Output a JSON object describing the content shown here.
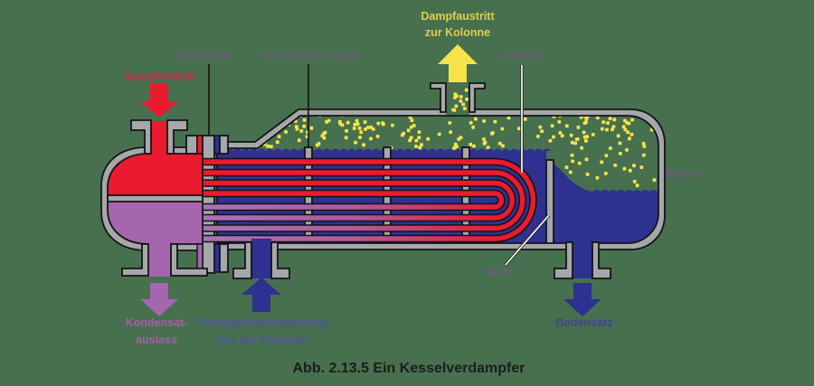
{
  "caption": "Abb. 2.13.5 Ein Kesselverdampfer",
  "labels": {
    "dampfaustritt_line1": "Dampfaustritt",
    "dampfaustritt_line2": "zur Kolonne",
    "dampfeintritt": "Dampfeintritt",
    "rohrplatte": "Rohrplatte",
    "rohrabstuetzungen": "Rohrabstützungen",
    "u_rohre": "U-Rohre",
    "mantel": "Mantel",
    "wehr": "Wehr",
    "kondensat_line1": "Kondensat-",
    "kondensat_line2": "auslass",
    "einspeisung_line1": "Flüssigkeitseinspeisung",
    "einspeisung_line2": "aus der Kolonne",
    "bodensatz": "Bodensatz"
  },
  "colors": {
    "background": "#47704F",
    "metal": "#A5A7AB",
    "outline": "#141414",
    "red": "#EA1B2F",
    "orchid": "#A665AF",
    "liquid_navy": "#2E3190",
    "bubble_yellow": "#F6E34B",
    "tube_grad_start": "#A873B8",
    "tube_grad_mid": "#B25A9B",
    "label_gray": "#6B5E74",
    "label_yellow": "#DFCE4B",
    "label_red": "#CE2945",
    "label_orchid": "#A55EA8",
    "label_blue": "#50549A",
    "label_navy": "#42458F",
    "caption_color": "#1C1C1C"
  }
}
